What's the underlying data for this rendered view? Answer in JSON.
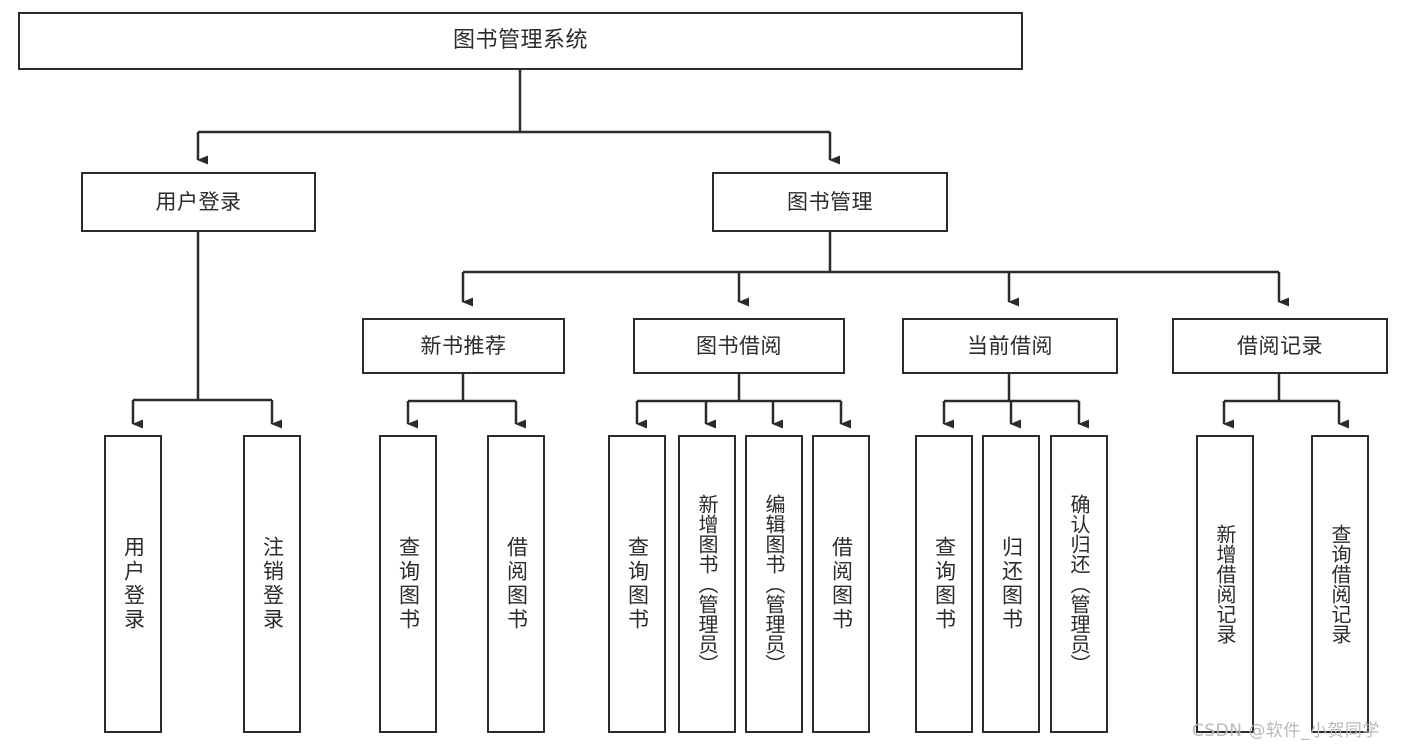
{
  "diagram": {
    "title": "图书管理系统",
    "type": "tree",
    "levels": 4,
    "root": {
      "label": "图书管理系统"
    },
    "level1": [
      {
        "label": "用户登录"
      },
      {
        "label": "图书管理"
      }
    ],
    "level2": [
      {
        "label": "新书推荐",
        "parent": "图书管理"
      },
      {
        "label": "图书借阅",
        "parent": "图书管理"
      },
      {
        "label": "当前借阅",
        "parent": "图书管理"
      },
      {
        "label": "借阅记录",
        "parent": "图书管理"
      }
    ],
    "leaves": {
      "user_login": [
        {
          "label": "用户登录"
        },
        {
          "label": "注销登录"
        }
      ],
      "new_book": [
        {
          "label": "查询图书"
        },
        {
          "label": "借阅图书"
        }
      ],
      "borrow_book": [
        {
          "label": "查询图书"
        },
        {
          "label": "新增图书（管理员）"
        },
        {
          "label": "编辑图书（管理员）"
        },
        {
          "label": "借阅图书"
        }
      ],
      "current_borrow": [
        {
          "label": "查询图书"
        },
        {
          "label": "归还图书"
        },
        {
          "label": "确认归还（管理员）"
        }
      ],
      "borrow_record": [
        {
          "label": "新增借阅记录"
        },
        {
          "label": "查询借阅记录"
        }
      ]
    }
  },
  "watermark": {
    "text": "CSDN @软件_小贺同学"
  },
  "colors": {
    "stroke": "#2b2b2b",
    "fill": "#ffffff",
    "text": "#2b2b2b",
    "watermark": "#b9b9b9"
  }
}
